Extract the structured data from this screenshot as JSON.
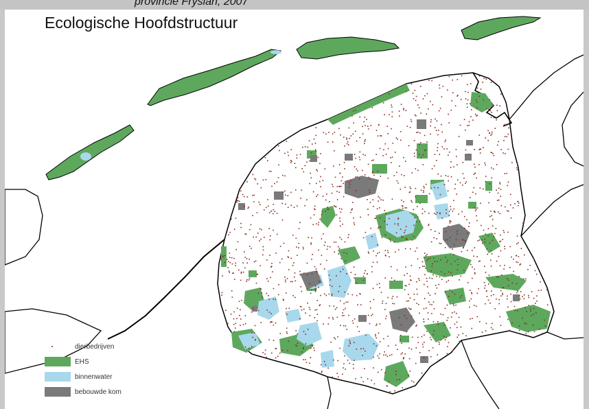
{
  "caption": "provincie Fryslân, 2007",
  "map": {
    "title": "Ecologische Hoofdstructuur",
    "colors": {
      "land": "#ffffff",
      "ehs": "#5ea85e",
      "water": "#a8d8ec",
      "urban": "#7a7a7a",
      "farms": "#8a2a1a",
      "border": "#000000"
    }
  },
  "legend": {
    "items": [
      {
        "label": "dierbedrijven",
        "key": "farms"
      },
      {
        "label": "EHS",
        "key": "ehs"
      },
      {
        "label": "binnenwater",
        "key": "water"
      },
      {
        "label": "bebouwde kom",
        "key": "urban"
      }
    ]
  }
}
